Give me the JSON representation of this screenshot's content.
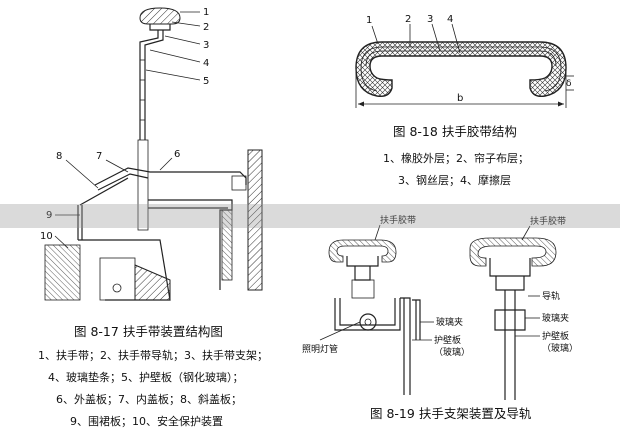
{
  "fig817": {
    "caption": "图 8-17   扶手带装置结构图",
    "legend": [
      "1、扶手带；2、扶手带导轨；3、扶手带支架；",
      "4、玻璃垫条；5、护壁板（钢化玻璃）；",
      "6、外盖板；7、内盖板；8、斜盖板；",
      "9、围裙板；10、安全保护装置"
    ],
    "numbers": [
      "1",
      "2",
      "3",
      "4",
      "5",
      "6",
      "7",
      "8",
      "9",
      "10"
    ]
  },
  "fig818": {
    "caption": "图 8-18   扶手胶带结构",
    "legend": [
      "1、橡胶外层；2、帘子布层；",
      "3、钢丝层；4、摩擦层"
    ],
    "numbers": [
      "1",
      "2",
      "3",
      "4"
    ],
    "dim_b": "b",
    "dim_delta": "δ"
  },
  "fig819": {
    "caption": "图 8-19   扶手支架装置及导轨",
    "labels": {
      "handrail_left": "扶手胶带",
      "handrail_right": "扶手胶带",
      "guide_rail": "导轨",
      "glass_clamp_right": "玻璃夹",
      "glass_clamp_left": "玻璃夹",
      "guard_left": "护壁板",
      "guard_left2": "（玻璃）",
      "guard_right": "护壁板",
      "guard_right2": "（玻璃）",
      "lamp": "照明灯管"
    }
  }
}
